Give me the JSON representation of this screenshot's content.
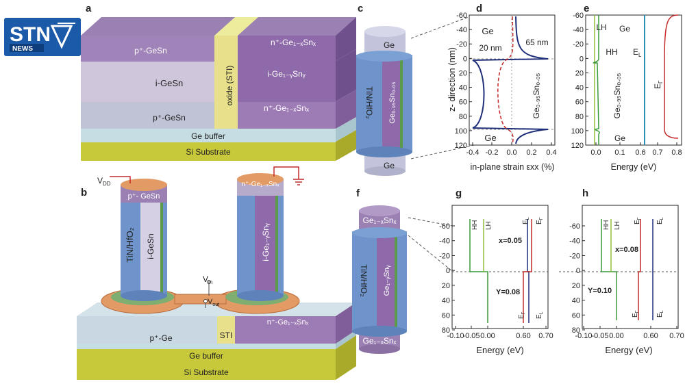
{
  "logo": {
    "text": "STN",
    "sub": "NEWS"
  },
  "panel_a": {
    "label": "a",
    "layers": {
      "top_left": "p⁺-GeSn",
      "oxide": "oxide (STI)",
      "top_right": "n⁺-Ge₁₋ₓSnₓ",
      "mid_left": "i-GeSn",
      "mid_right": "i-Ge₁₋ᵧSnᵧ",
      "low_left": "p⁺-GeSn",
      "low_right": "n⁺-Ge₁₋ₓSnₓ",
      "buffer": "Ge buffer",
      "substrate": "Si Substrate"
    }
  },
  "panel_b": {
    "label": "b",
    "vdd": "V",
    "vdd_sub": "DD",
    "vin": "V",
    "vin_sub": "in",
    "vout": "V",
    "vout_sub": "out",
    "left_cap": "p⁺- GeSn",
    "left_shell": "TiN/HfO₂",
    "left_core": "i-GeSn",
    "right_cap": "n⁺-Ge₁₋ₓSnₓ",
    "right_core": "i-Ge₁₋ᵧSnᵧ",
    "base_left": "p⁺-Ge",
    "base_sti": "STI",
    "base_right": "n⁺-Ge₁₋ₓSnₓ",
    "buffer": "Ge buffer",
    "substrate": "Si Substrate"
  },
  "panel_c": {
    "label": "c",
    "top": "Ge",
    "bottom": "Ge",
    "shell": "TiN/HfO₂",
    "core": "Ge₀.₉₅Sn₀.₀₅"
  },
  "panel_f": {
    "label": "f",
    "top": "Ge₁₋ₓSnₓ",
    "bottom": "Ge₁₋ₓSnₓ",
    "shell": "TiN/HfO₂",
    "core": "Ge₁₋ᵧSnᵧ"
  },
  "panel_d": {
    "label": "d",
    "ylabel": "z- direction (nm)",
    "xlabel": "in-plane strain εxx (%)",
    "yticks": [
      "-60",
      "-40",
      "-20",
      "0",
      "20",
      "40",
      "60",
      "80",
      "100",
      "120"
    ],
    "xticks": [
      "-0.4",
      "-0.2",
      "0.0",
      "0.2",
      "0.4"
    ],
    "ann_ge_top": "Ge",
    "ann_ge_bottom": "Ge",
    "ann_20": "20 nm",
    "ann_65": "65 nm",
    "ann_mat": "Ge₀.₉₅Sn₀.₀₅"
  },
  "panel_e": {
    "label": "e",
    "xlabel": "Energy (eV)",
    "yticks": [
      "-60",
      "-40",
      "-20",
      "0",
      "20",
      "40",
      "60",
      "80",
      "100",
      "120"
    ],
    "xticks": [
      "0.0",
      "0.1",
      "0.6",
      "0.7",
      "0.8"
    ],
    "lh": "LH",
    "hh": "HH",
    "el": "E",
    "el_sub": "L",
    "et": "E",
    "et_sub": "Γ",
    "ge_top": "Ge",
    "ge_bottom": "Ge",
    "mat": "Ge₀.₉₅Sn₀.₀₅"
  },
  "panel_g": {
    "label": "g",
    "xlabel": "Energy (eV)",
    "yticks": [
      "-60",
      "-40",
      "-20",
      "0",
      "20",
      "40",
      "60",
      "80"
    ],
    "xticks": [
      "-0.10",
      "-0.05",
      "0.00",
      "0.60",
      "0.70"
    ],
    "hh": "HH",
    "lh": "LH",
    "el": "E",
    "el_sub": "L",
    "et": "E",
    "et_sub": "Γ",
    "x_label": "x=0.05",
    "y_label": "Y=0.08"
  },
  "panel_h": {
    "label": "h",
    "xlabel": "Energy (eV)",
    "yticks": [
      "-60",
      "-40",
      "-20",
      "0",
      "20",
      "40",
      "60",
      "80"
    ],
    "xticks": [
      "-0.10",
      "-0.05",
      "0.00",
      "0.60",
      "0.70"
    ],
    "hh": "HH",
    "lh": "LH",
    "el": "E",
    "el_sub": "L",
    "et": "E",
    "et_sub": "Γ",
    "x_label": "x=0.08",
    "y_label": "Y=0.10"
  },
  "colors": {
    "purple": "#8f6aaa",
    "lavender": "#b7abcb",
    "oxide": "#e8e08a",
    "buffer": "#c6dde4",
    "substrate": "#c8c93a",
    "pillar": "#6f94cc",
    "copper": "#e39b66",
    "navy": "#1f2f7a",
    "red": "#c42a2a",
    "green": "#3a9a3a",
    "lime": "#8fbf3a",
    "teal": "#2d8fb8"
  }
}
